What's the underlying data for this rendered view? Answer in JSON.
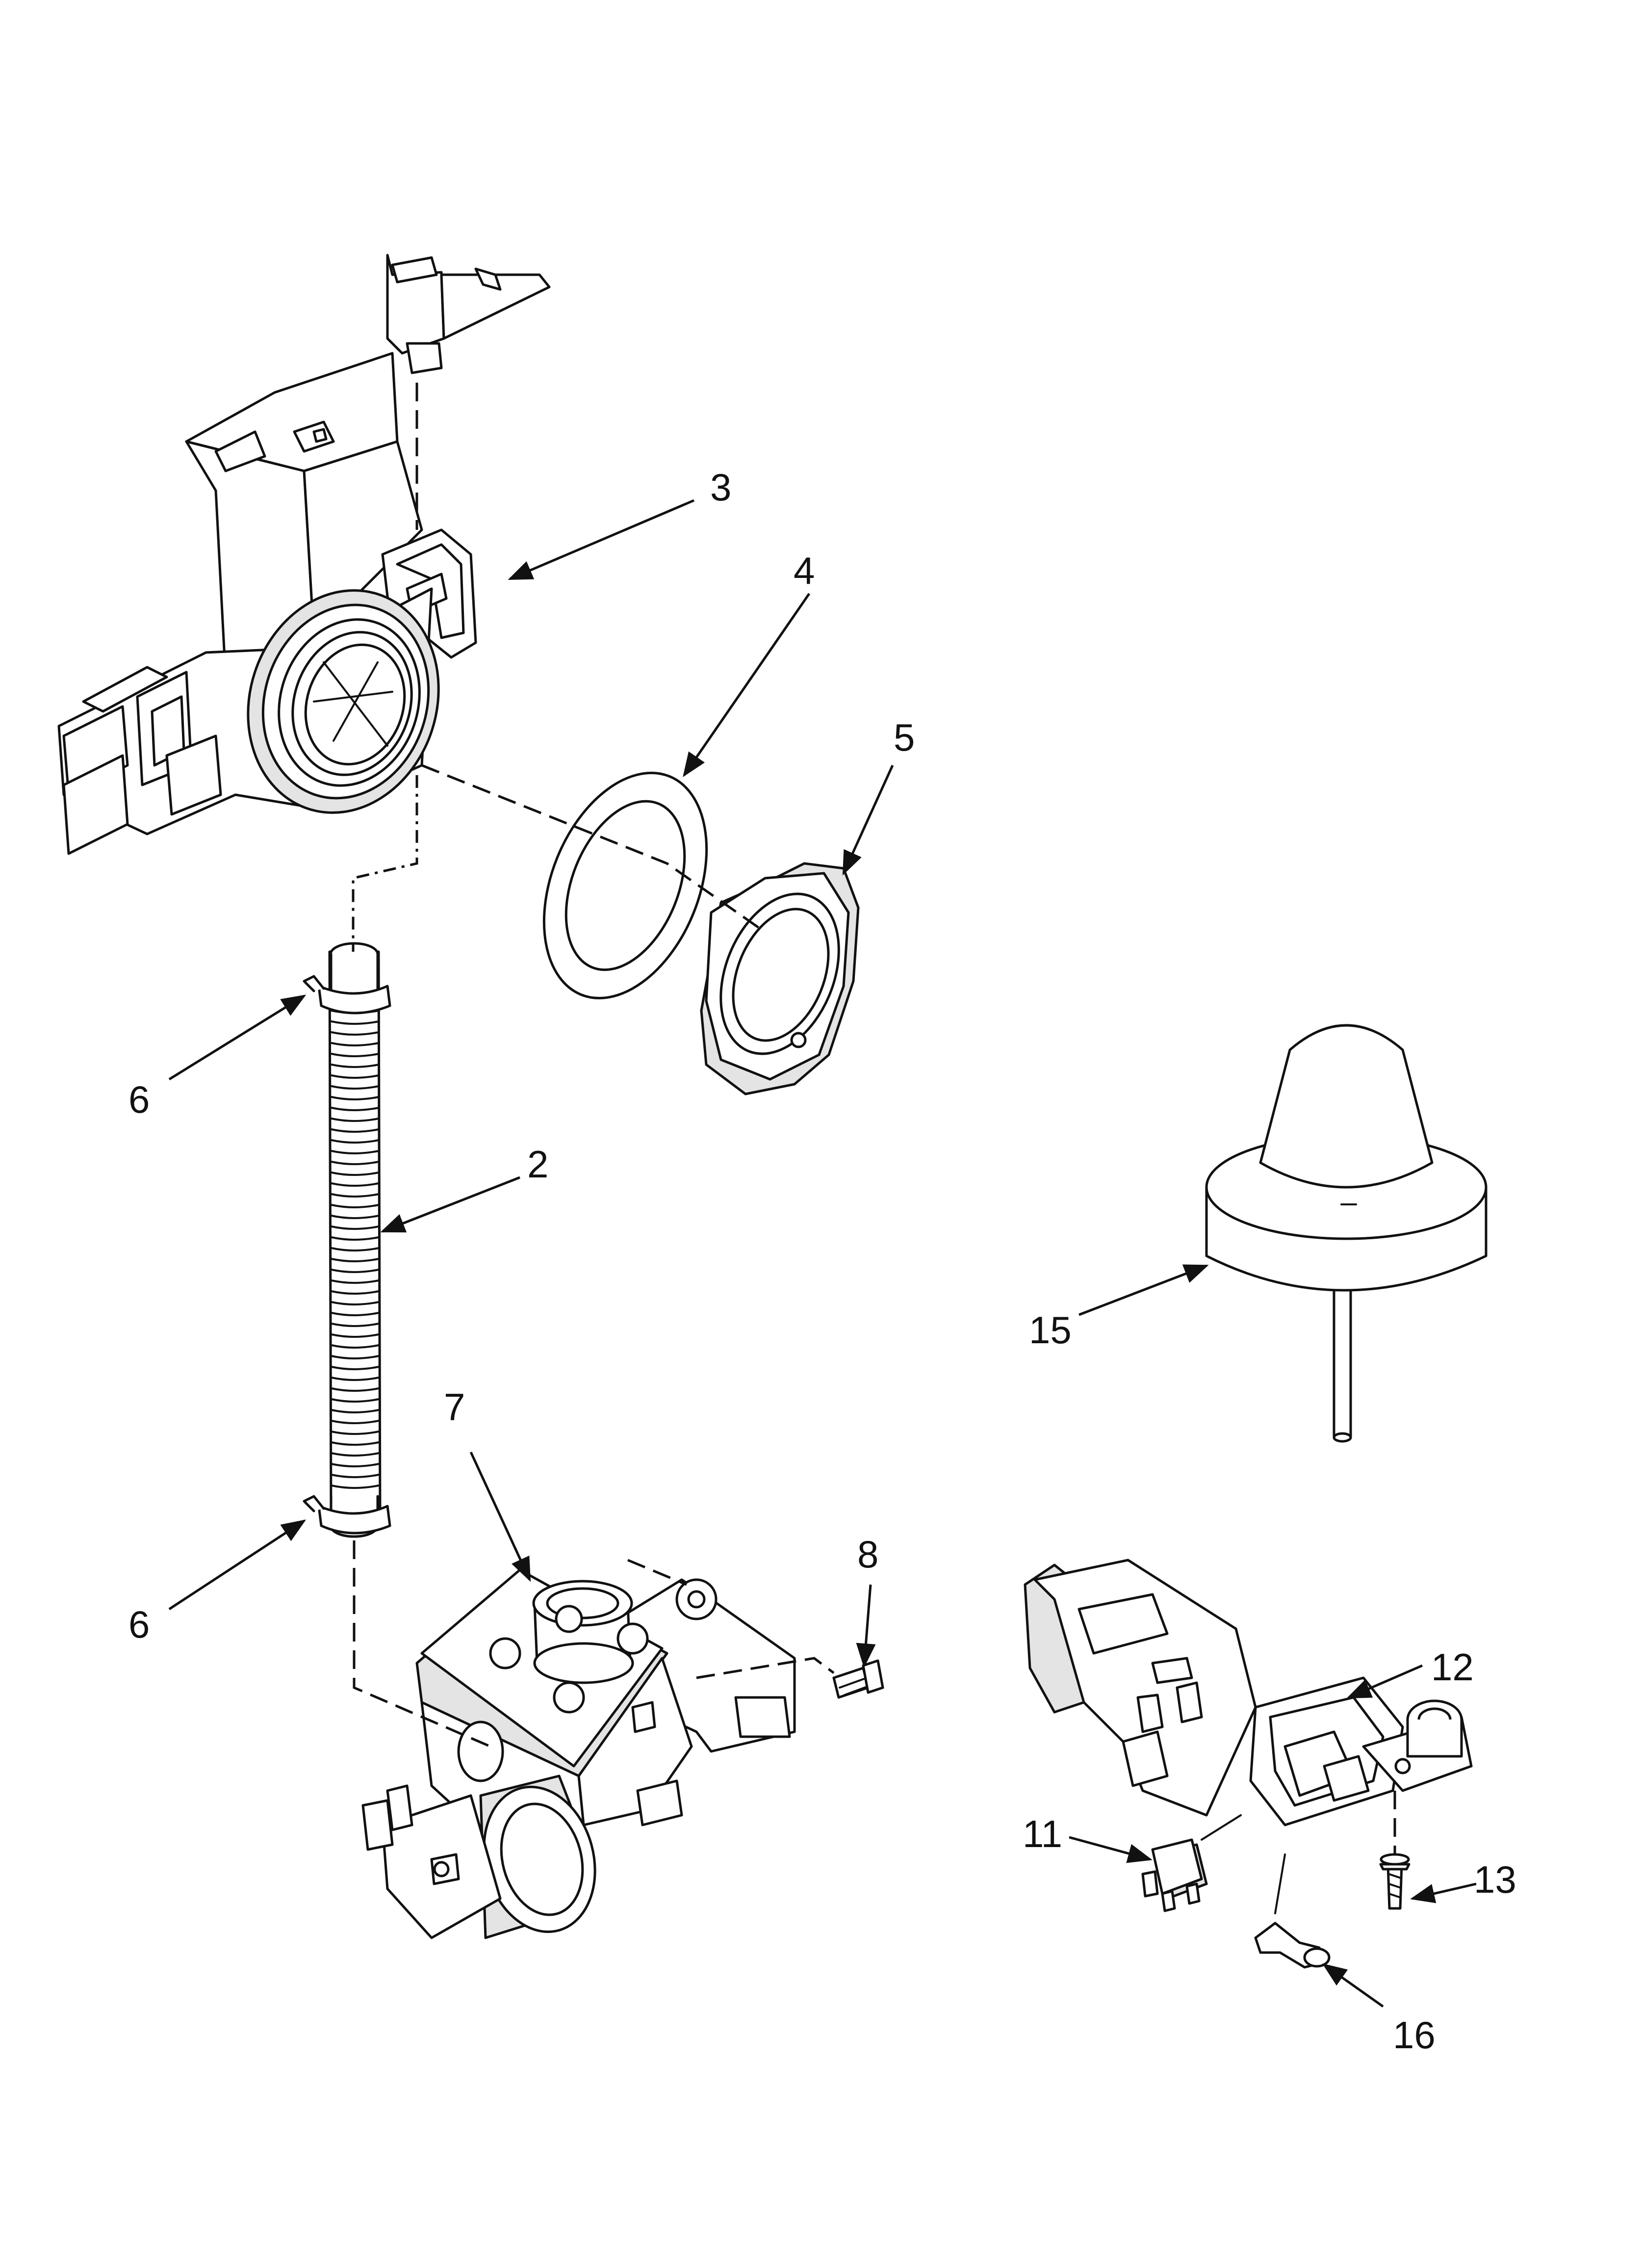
{
  "callouts": [
    {
      "id": "3",
      "label": "3"
    },
    {
      "id": "4",
      "label": "4"
    },
    {
      "id": "5",
      "label": "5"
    },
    {
      "id": "6a",
      "label": "6"
    },
    {
      "id": "2",
      "label": "2"
    },
    {
      "id": "15",
      "label": "15"
    },
    {
      "id": "7",
      "label": "7"
    },
    {
      "id": "8",
      "label": "8"
    },
    {
      "id": "6b",
      "label": "6"
    },
    {
      "id": "12",
      "label": "12"
    },
    {
      "id": "11",
      "label": "11"
    },
    {
      "id": "13",
      "label": "13"
    },
    {
      "id": "16",
      "label": "16"
    }
  ]
}
